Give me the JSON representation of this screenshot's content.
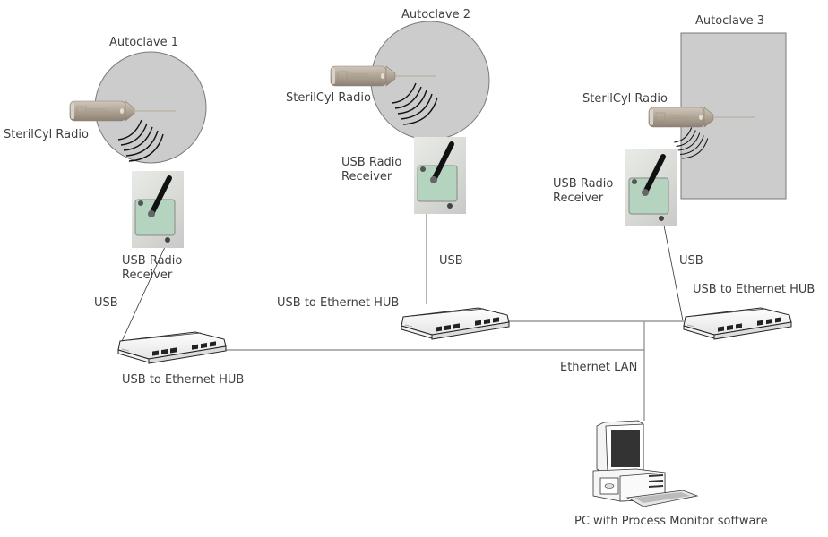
{
  "diagram": {
    "title_nodes": {
      "autoclave_1": "Autoclave 1",
      "autoclave_2": "Autoclave 2",
      "autoclave_3": "Autoclave 3"
    },
    "sites": [
      {
        "autoclave": "Autoclave 1",
        "radio_label": "SterilCyl Radio",
        "receiver_label": "USB Radio Receiver",
        "link_label": "USB",
        "hub_label": "USB to Ethernet HUB"
      },
      {
        "autoclave": "Autoclave 2",
        "radio_label": "SterilCyl Radio",
        "receiver_label": "USB Radio Receiver",
        "link_label": "USB",
        "hub_label": "USB to Ethernet HUB"
      },
      {
        "autoclave": "Autoclave 3",
        "radio_label": "SterilCyl Radio",
        "receiver_label": "USB Radio Receiver",
        "link_label": "USB",
        "hub_label": "USB to Ethernet HUB"
      }
    ],
    "network_label": "Ethernet LAN",
    "pc_label": "PC with Process Monitor software",
    "colors": {
      "autoclave_fill": "#cccccc",
      "autoclave_stroke": "#777777",
      "line": "#999999",
      "probe": "#b5ab9e"
    }
  }
}
